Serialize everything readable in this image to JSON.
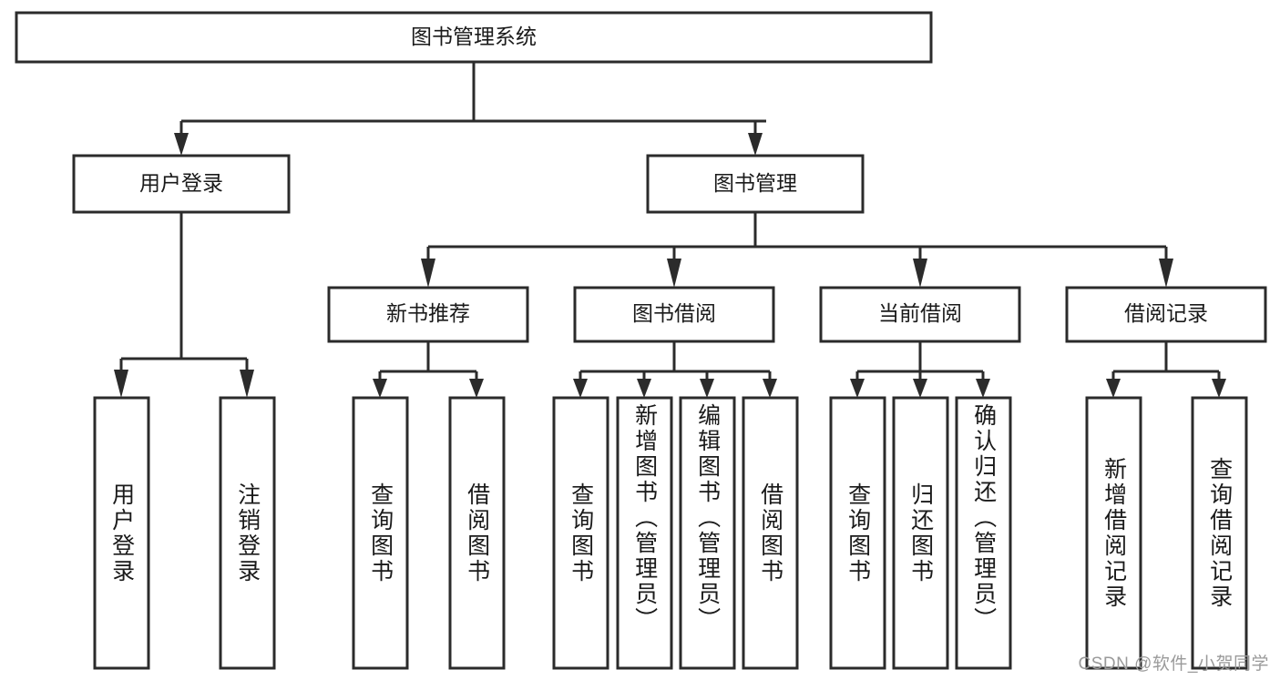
{
  "diagram": {
    "type": "tree-hierarchy",
    "title": "图书管理系统",
    "orientation": "top-down",
    "colors": {
      "box_stroke": "#2b2b2b",
      "box_fill": "#ffffff",
      "text": "#1a1a1a",
      "connector": "#2b2b2b",
      "watermark": "#9a9a9a",
      "background": "#ffffff"
    },
    "root": {
      "label": "图书管理系统"
    },
    "level2": [
      {
        "label": "用户登录"
      },
      {
        "label": "图书管理"
      }
    ],
    "level3": [
      {
        "label": "新书推荐"
      },
      {
        "label": "图书借阅"
      },
      {
        "label": "当前借阅"
      },
      {
        "label": "借阅记录"
      }
    ],
    "leaves": {
      "user_login": [
        {
          "label": "用户登录"
        },
        {
          "label": "注销登录"
        }
      ],
      "new_book_recommend": [
        {
          "label": "查询图书"
        },
        {
          "label": "借阅图书"
        }
      ],
      "book_borrow": [
        {
          "label": "查询图书"
        },
        {
          "label": "新增图书（管理员）"
        },
        {
          "label": "编辑图书（管理员）"
        },
        {
          "label": "借阅图书"
        }
      ],
      "current_borrow": [
        {
          "label": "查询图书"
        },
        {
          "label": "归还图书"
        },
        {
          "label": "确认归还（管理员）"
        }
      ],
      "borrow_record": [
        {
          "label": "新增借阅记录"
        },
        {
          "label": "查询借阅记录"
        }
      ]
    }
  },
  "watermark": {
    "text": "CSDN @软件_小贺同学"
  }
}
